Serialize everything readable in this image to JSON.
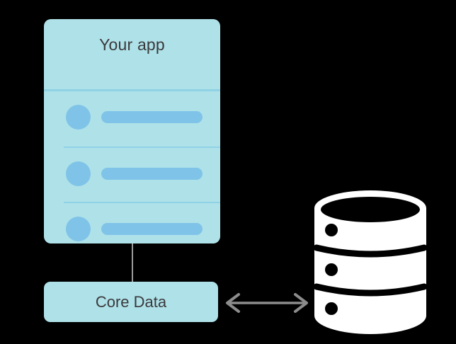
{
  "diagram": {
    "title": "Core Data architecture diagram",
    "background_color": "#000000",
    "accent_color": "#AFE1E8",
    "secondary_accent_color": "#7FC4E8",
    "divider_color": "#8FD2E6",
    "text_color": "#3A3A3C",
    "line_color": "#9B9B9B",
    "store_color": "#FFFFFF"
  },
  "app_card": {
    "title": "Your app",
    "rows": [
      {
        "avatar": "avatar-circle",
        "content": "content-bar"
      },
      {
        "avatar": "avatar-circle",
        "content": "content-bar"
      },
      {
        "avatar": "avatar-circle",
        "content": "content-bar"
      }
    ]
  },
  "core_data": {
    "label": "Core Data"
  },
  "connector": {
    "name": "vertical-connector-line"
  },
  "arrow": {
    "name": "bidirectional-arrow",
    "direction": "both"
  },
  "database": {
    "name": "persistent-store",
    "bands": 3,
    "dots": 3
  }
}
